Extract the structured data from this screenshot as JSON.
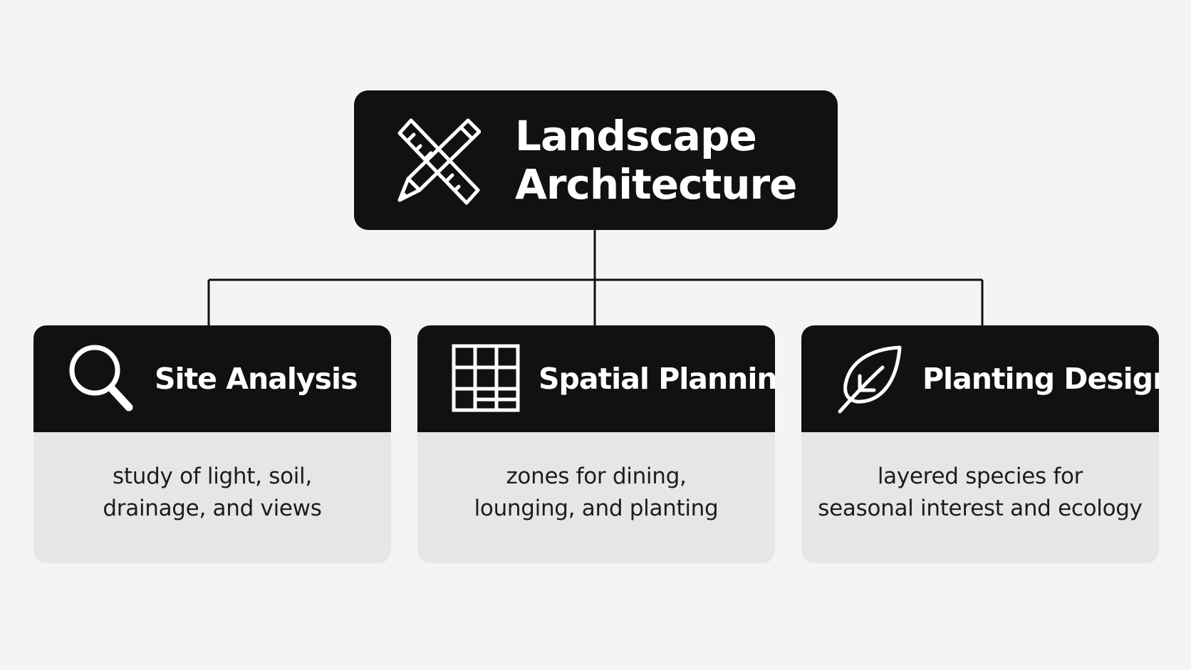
{
  "colors": {
    "background": "#f4f4f4",
    "node_fill": "#111111",
    "body_fill": "#e6e6e8",
    "text_light": "#ffffff",
    "text_dark": "#1c1c1c",
    "connector": "#111111"
  },
  "root": {
    "title": "Landscape\nArchitecture",
    "icon": "ruler-pencil-crossed-icon"
  },
  "children": [
    {
      "title": "Site Analysis",
      "description": "study of light, soil,\ndrainage, and views",
      "icon": "magnifying-glass-icon"
    },
    {
      "title": "Spatial Planning",
      "description": "zones for dining,\nlounging, and planting",
      "icon": "grid-layout-icon"
    },
    {
      "title": "Planting Design",
      "description": "layered species for\nseasonal interest and ecology",
      "icon": "leaf-icon"
    }
  ]
}
